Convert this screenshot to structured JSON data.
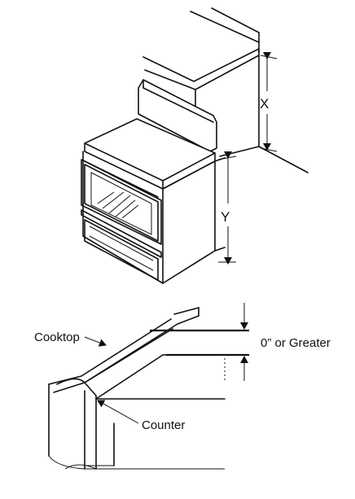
{
  "labels": {
    "dim_x": "X",
    "dim_y": "Y",
    "cooktop": "Cooktop",
    "clearance": "0” or Greater",
    "counter": "Counter"
  }
}
